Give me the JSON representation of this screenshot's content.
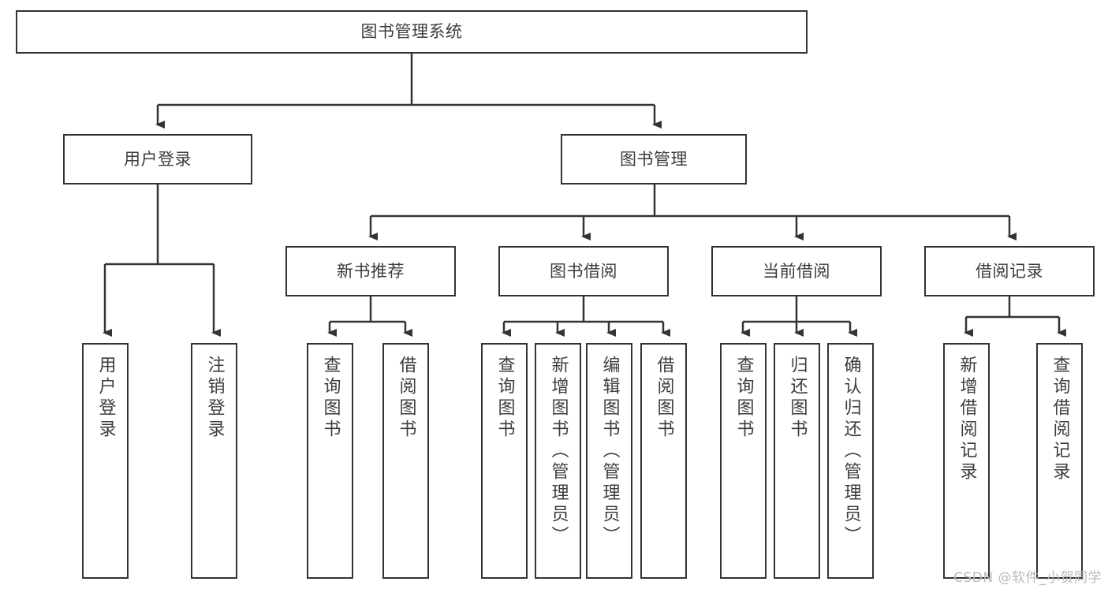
{
  "diagram": {
    "title": "图书管理系统",
    "type": "tree-hierarchy",
    "watermark": "CSDN @软件_小贺同学",
    "colors": {
      "border": "#333333",
      "text": "#3d3d3d",
      "background": "#ffffff",
      "watermark": "#b9b9b9"
    },
    "root": {
      "label": "图书管理系统"
    },
    "level2": [
      {
        "id": "user-login",
        "label": "用户登录"
      },
      {
        "id": "book-manage",
        "label": "图书管理"
      }
    ],
    "level3": [
      {
        "id": "new-book-recommend",
        "label": "新书推荐"
      },
      {
        "id": "book-borrow",
        "label": "图书借阅"
      },
      {
        "id": "current-borrow",
        "label": "当前借阅"
      },
      {
        "id": "borrow-record",
        "label": "借阅记录"
      }
    ],
    "leaves": {
      "user_login": [
        {
          "id": "leaf-user-login",
          "label": "用户登录"
        },
        {
          "id": "leaf-logout",
          "label": "注销登录"
        }
      ],
      "new_book_recommend": [
        {
          "id": "leaf-query-book-1",
          "label": "查询图书"
        },
        {
          "id": "leaf-borrow-book-1",
          "label": "借阅图书"
        }
      ],
      "book_borrow": [
        {
          "id": "leaf-query-book-2",
          "label": "查询图书"
        },
        {
          "id": "leaf-add-book",
          "label": "新增图书（管理员）"
        },
        {
          "id": "leaf-edit-book",
          "label": "编辑图书（管理员）"
        },
        {
          "id": "leaf-borrow-book-2",
          "label": "借阅图书"
        }
      ],
      "current_borrow": [
        {
          "id": "leaf-query-book-3",
          "label": "查询图书"
        },
        {
          "id": "leaf-return-book",
          "label": "归还图书"
        },
        {
          "id": "leaf-confirm-return",
          "label": "确认归还（管理员）"
        }
      ],
      "borrow_record": [
        {
          "id": "leaf-add-record",
          "label": "新增借阅记录"
        },
        {
          "id": "leaf-query-record",
          "label": "查询借阅记录"
        }
      ]
    }
  }
}
